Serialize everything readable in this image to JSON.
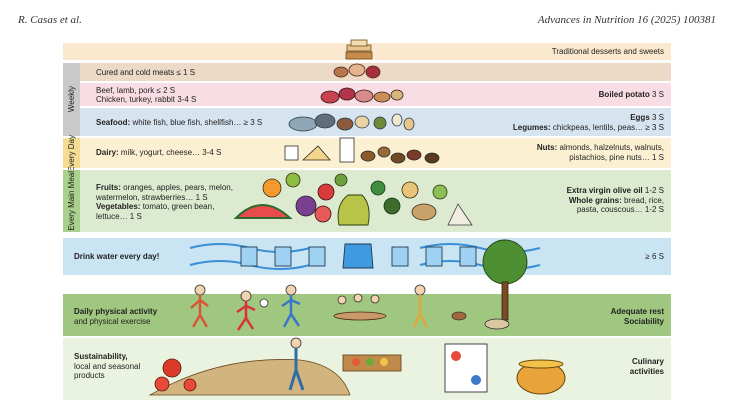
{
  "header": {
    "authors": "R. Casas et al.",
    "journal": "Advances in Nutrition 16 (2025) 100381"
  },
  "pyramid": {
    "desserts": "Traditional desserts and sweets",
    "weekly_label": "Weekly",
    "cured_meats": "Cured and cold meats ≤ 1 S",
    "red_meat": "Beef, lamb, pork ≤ 2 S",
    "white_meat": "Chicken, turkey, rabbit 3-4 S",
    "boiled_potato_name": "Boiled potato",
    "boiled_potato_serv": " 3 S",
    "seafood_name": "Seafood:",
    "seafood_text": " white fish, blue fish, shellfish… ≥ 3 S",
    "eggs_name": "Eggs",
    "eggs_serv": " 3 S",
    "legumes_name": "Legumes:",
    "legumes_text": " chickpeas, lentils, peas… ≥ 3 S",
    "every_day_label_1": "Every",
    "every_day_label_2": "Day",
    "dairy_name": "Dairy:",
    "dairy_text": " milk, yogurt, cheese… 3-4 S",
    "nuts_name": "Nuts:",
    "nuts_text_1": " almonds, halzelnuts, walnuts,",
    "nuts_text_2": "pistachios, pine nuts… 1 S",
    "main_meal_label_1": "Every Main",
    "main_meal_label_2": "Meal",
    "fruits_name": "Fruits:",
    "fruits_text_1": " oranges, apples, pears, melon,",
    "fruits_text_2": "watermelon, strawberries… 1 S",
    "vegetables_name": "Vegetables:",
    "vegetables_text_1": " tomato, green bean,",
    "vegetables_text_2": "lettuce… 1 S",
    "olive_oil_name": "Extra virgin olive oil",
    "olive_oil_serv": " 1-2 S",
    "whole_grains_name": "Whole grains:",
    "whole_grains_text_1": " bread, rice,",
    "whole_grains_text_2": "pasta, couscous… 1-2 S",
    "water_label": "Drink water every day!",
    "water_serv": "≥ 6 S",
    "activity_label_1": "Daily physical activity",
    "activity_label_2": "and physical exercise",
    "rest_label_1": "Adequate rest",
    "rest_label_2": "Sociability",
    "sustain_label_1": "Sustainability,",
    "sustain_label_2": "local and seasonal",
    "sustain_label_3": "products",
    "culinary_label_1": "Culinary",
    "culinary_label_2": "activities"
  },
  "colors": {
    "desserts_band": "#fbe9cf",
    "cured_band": "#ecd9c6",
    "meat_band": "#f9dde4",
    "seafood_band": "#d6e4ef",
    "dairy_band": "#fbf1d2",
    "main_meal_band": "#dcebcf",
    "water_band": "#c9e4f2",
    "activity_band": "#9fc77f",
    "sustain_band": "#eaf3df",
    "weekly_tab": "#c9c9c9",
    "every_day_tab": "#f5dc93",
    "main_meal_tab": "#a9d08c"
  }
}
